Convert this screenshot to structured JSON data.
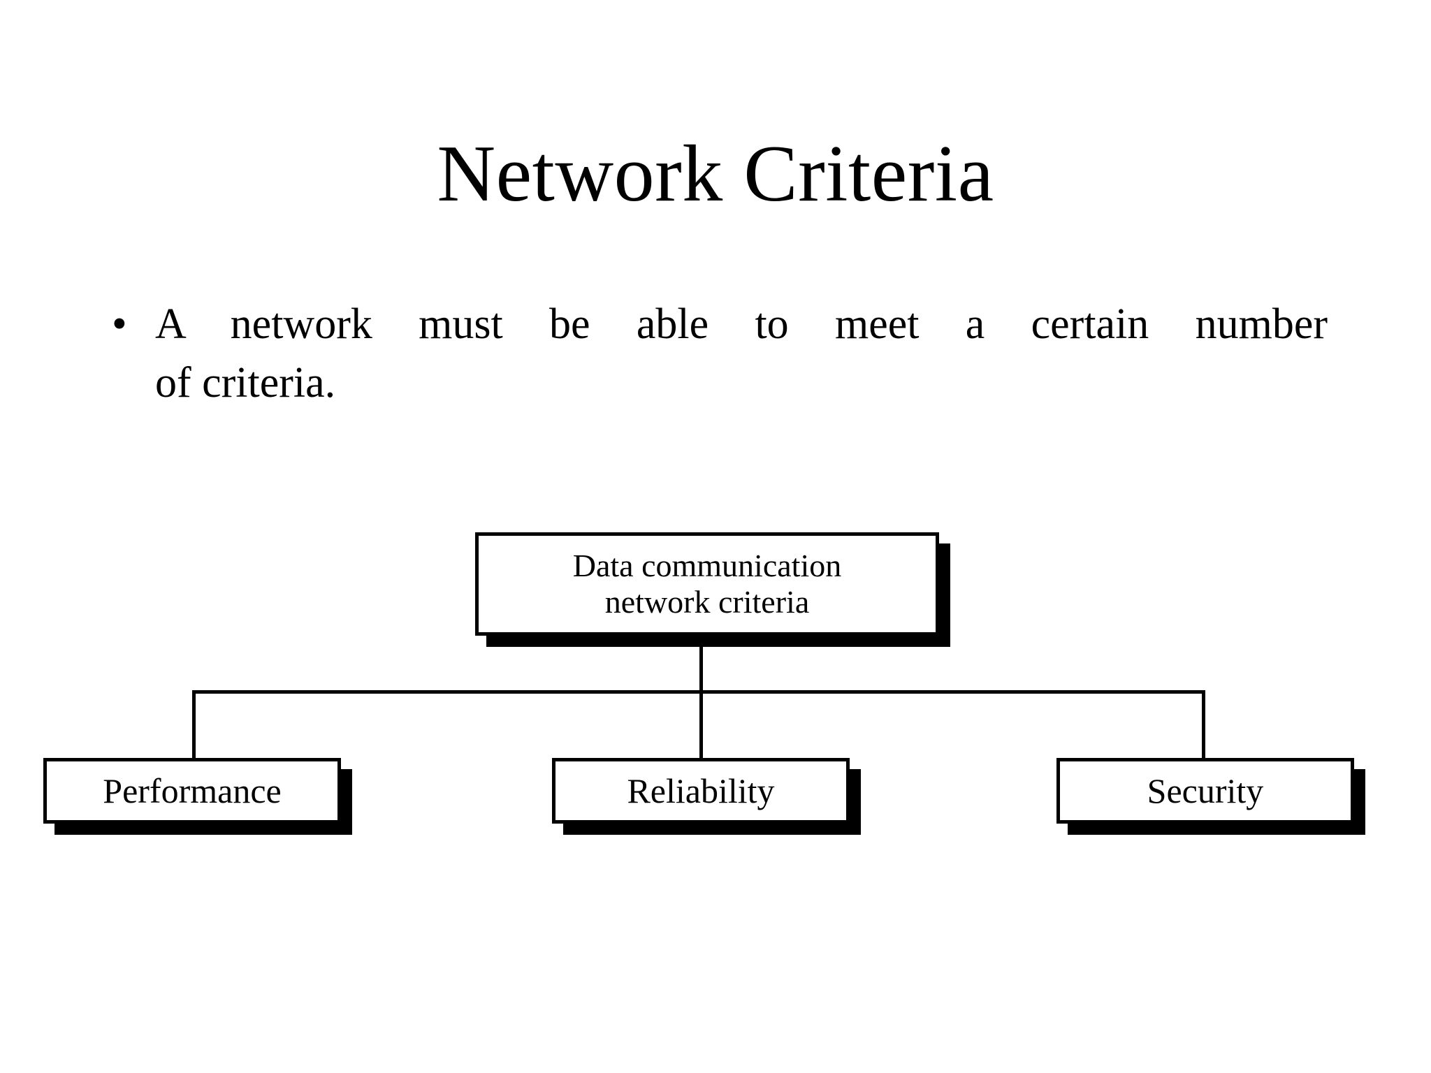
{
  "slide": {
    "title": "Network Criteria",
    "background_color": "#ffffff",
    "text_color": "#000000"
  },
  "body": {
    "bullet_marker": "•",
    "bullet_line_1": "A network must be able to meet a certain number",
    "bullet_line_2": "of criteria.",
    "bullet_full_text": "A network must be able to meet a certain number of criteria."
  },
  "diagram": {
    "type": "tree",
    "shadow_color": "#000000",
    "box_fill": "#ffffff",
    "box_border_color": "#000000",
    "root": {
      "label": "Data communication\nnetwork criteria",
      "line_1": "Data communication",
      "line_2": "network criteria"
    },
    "children": [
      {
        "label": "Performance"
      },
      {
        "label": "Reliability"
      },
      {
        "label": "Security"
      }
    ]
  }
}
